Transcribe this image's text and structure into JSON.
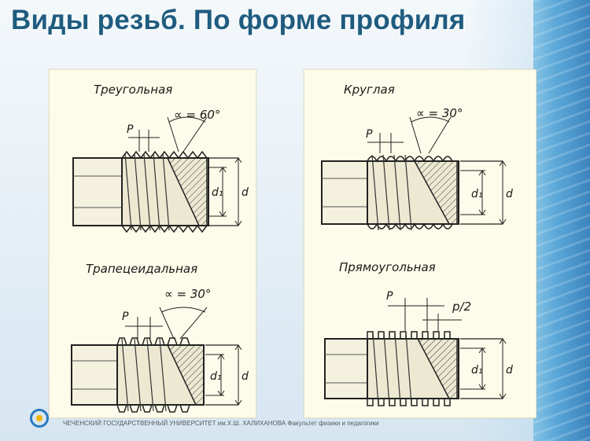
{
  "slide": {
    "title": "Виды резьб. По форме профиля",
    "footer": "ЧЕЧЕНСКИЙ ГОСУДАРСТВЕННЫЙ УНИВЕРСИТЕТ им.Х.Ш. ХАЛИХАНОВА Факультет физики и педагогики"
  },
  "threads": {
    "triangular": {
      "name": "Треугольная",
      "angle": "∝ = 60°",
      "pitch": "P",
      "d1": "d₁",
      "d": "d"
    },
    "round": {
      "name": "Круглая",
      "angle": "∝ = 30°",
      "pitch": "P",
      "d1": "d₁",
      "d": "d"
    },
    "trapezoidal": {
      "name": "Трапецеидальная",
      "angle": "∝ = 30°",
      "pitch": "P",
      "d1": "d₁",
      "d": "d"
    },
    "rectangular": {
      "name": "Прямоугольная",
      "pitch": "P",
      "half_pitch": "p/2",
      "d1": "d₁",
      "d": "d"
    }
  },
  "colors": {
    "title": "#1f5c7f",
    "paper": "#fdfbe9",
    "ink": "#1a1a1a",
    "accent": "#2a7ac0"
  }
}
